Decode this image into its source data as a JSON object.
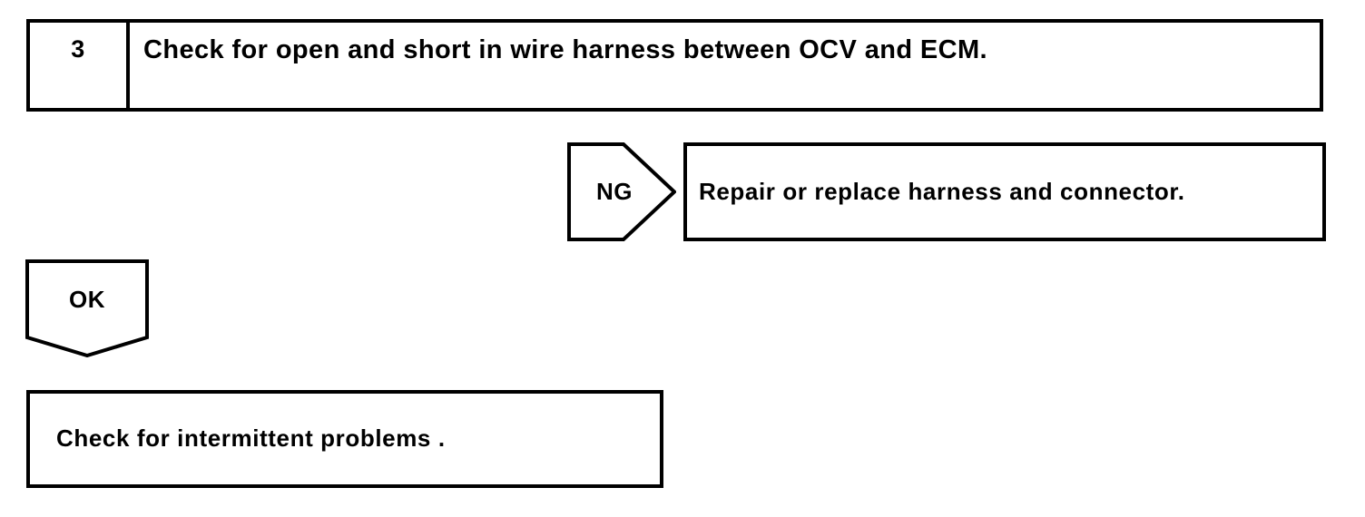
{
  "diagram": {
    "type": "troubleshooting-flowchart",
    "step": {
      "number": "3",
      "title": "Check for open and short in wire harness between OCV and ECM."
    },
    "branches": [
      {
        "tag": "NG",
        "tag_shape": "right-arrow-pentagon",
        "result": "Repair or replace harness and connector."
      },
      {
        "tag": "OK",
        "tag_shape": "down-arrow-pentagon",
        "result": "Check for intermittent problems ."
      }
    ],
    "ng_label": "NG",
    "ng_result": "Repair or replace harness and connector.",
    "ok_label": "OK",
    "ok_result": "Check for intermittent problems .",
    "colors": {
      "stroke": "#000000",
      "background": "#ffffff",
      "text": "#000000"
    }
  }
}
